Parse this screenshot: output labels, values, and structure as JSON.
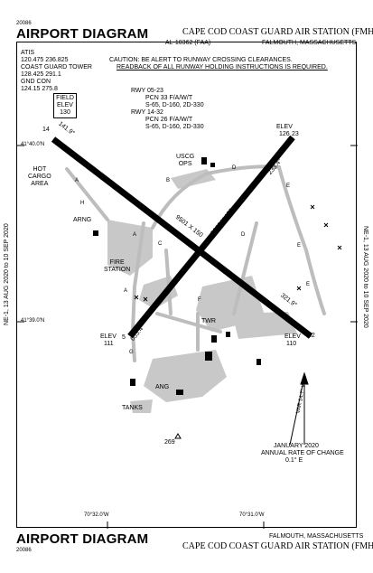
{
  "header": {
    "doc_id_top": "20086",
    "title_top": "AIRPORT DIAGRAM",
    "facility_top": "CAPE COD COAST GUARD AIR STATION (FMH)",
    "chart_id": "AL-10362 (FAA)",
    "location_top": "FALMOUTH, MASSACHUSETTS"
  },
  "frequencies": {
    "atis_label": "ATIS",
    "atis_freqs": "120.475 236.825",
    "tower_label": "COAST GUARD TOWER",
    "tower_freqs": "128.425 291.1",
    "gnd_label": "GND CON",
    "gnd_freqs": "124.15 275.8"
  },
  "caution": {
    "line1": "CAUTION: BE ALERT TO RUNWAY CROSSING CLEARANCES.",
    "line2": "READBACK OF ALL RUNWAY HOLDING INSTRUCTIONS IS REQUIRED."
  },
  "field_elev": {
    "label1": "FIELD",
    "label2": "ELEV",
    "value": "130"
  },
  "runway_info": {
    "rwy1": "RWY 05-23",
    "rwy1_pcn": "PCN 33 F/A/W/T",
    "rwy1_strength": "S-65, D-160, 2D-330",
    "rwy2": "RWY 14-32",
    "rwy2_pcn": "PCN 26 F/A/W/T",
    "rwy2_strength": "S-65, D-160, 2D-330"
  },
  "runways": {
    "rwy_05_23_dims": "8000 X 150",
    "rwy_14_32_dims": "9501 X 150",
    "end_14": "14",
    "end_32": "32",
    "end_05": "5",
    "end_23": "23",
    "hdg_14": "141.9°",
    "hdg_32": "321.9°",
    "hdg_05": "053.4°",
    "hdg_23": "233.4°"
  },
  "elevations": {
    "elev_label": "ELEV",
    "ne": "126",
    "sw": "111",
    "se": "110"
  },
  "labels": {
    "hot_cargo_1": "HOT",
    "hot_cargo_2": "CARGO",
    "hot_cargo_3": "AREA",
    "uscg_1": "USCG",
    "uscg_2": "OPS",
    "arng": "ARNG",
    "fire_1": "FIRE",
    "fire_2": "STATION",
    "twr": "TWR",
    "ang": "ANG",
    "tanks": "TANKS",
    "obstacle_elev": "269"
  },
  "taxiways": [
    "A",
    "A",
    "A",
    "B",
    "C",
    "C",
    "D",
    "D",
    "E",
    "E",
    "E",
    "F",
    "G",
    "G",
    "H"
  ],
  "coordinates": {
    "lat_top": "41°40.0'N",
    "lat_bottom": "41°39.0'N",
    "lon_left": "70°32.0'W",
    "lon_right": "70°31.0'W"
  },
  "variation": {
    "var_text": "VAR 14.7° W",
    "date": "JANUARY 2020",
    "line1": "ANNUAL RATE OF CHANGE",
    "rate": "0.1° E"
  },
  "cycle": {
    "left": "NE-1, 13 AUG 2020 to 10 SEP 2020",
    "right": "NE-1, 13 AUG 2020 to 10 SEP 2020"
  },
  "footer": {
    "title_bottom": "AIRPORT DIAGRAM",
    "location_bottom": "FALMOUTH, MASSACHUSETTS",
    "facility_bottom": "CAPE COD COAST GUARD AIR STATION (FMH)",
    "doc_id_bottom": "20086"
  }
}
